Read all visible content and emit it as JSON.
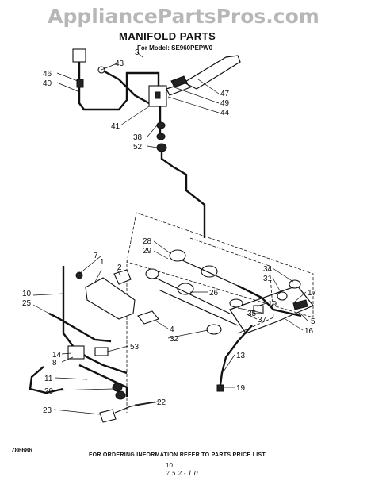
{
  "watermark": "AppliancePartsPros.com",
  "title": "MANIFOLD PARTS",
  "model_line": "For Model: SE960PEPW0",
  "callouts": [
    "46",
    "40",
    "43",
    "3",
    "47",
    "49",
    "44",
    "41",
    "38",
    "52",
    "28",
    "29",
    "7",
    "1",
    "2",
    "34",
    "31",
    "17",
    "26",
    "10",
    "25",
    "19",
    "35",
    "37",
    "5",
    "16",
    "4",
    "32",
    "53",
    "14",
    "8",
    "13",
    "11",
    "20",
    "19",
    "22",
    "23"
  ],
  "footer": {
    "code": "786686",
    "note": "FOR ORDERING INFORMATION REFER TO PARTS PRICE LIST",
    "page": "10",
    "handwritten": "7 5 2 - 1 0"
  }
}
